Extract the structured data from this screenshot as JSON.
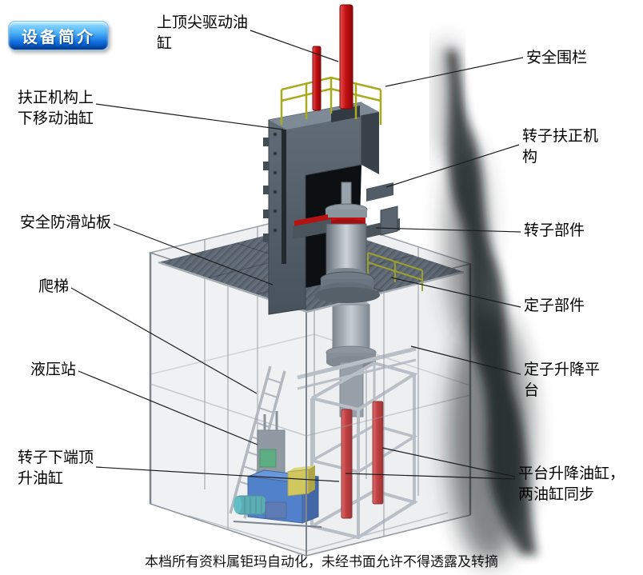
{
  "badge": {
    "text": "设备简介"
  },
  "labels": [
    {
      "id": "top-drive-cylinder",
      "text": "上顶尖驱动油\n缸"
    },
    {
      "id": "safety-fence",
      "text": "安全围栏"
    },
    {
      "id": "centering-cylinder",
      "text": "扶正机构上\n下移动油缸"
    },
    {
      "id": "rotor-centering",
      "text": "转子扶正机\n构"
    },
    {
      "id": "anti-slip-board",
      "text": "安全防滑站板"
    },
    {
      "id": "rotor-part",
      "text": "转子部件"
    },
    {
      "id": "ladder",
      "text": "爬梯"
    },
    {
      "id": "stator-part",
      "text": "定子部件"
    },
    {
      "id": "hydraulic-station",
      "text": "液压站"
    },
    {
      "id": "stator-lift-platform",
      "text": "定子升降平\n台"
    },
    {
      "id": "jacking-cylinder",
      "text": "转子下端顶\n升油缸"
    },
    {
      "id": "platform-cylinders",
      "text": "平台升降油缸，\n两油缸同步"
    }
  ],
  "footer": {
    "text": "本档所有资料属钜玛自动化，未经书面允许不得透露及转摘"
  },
  "colors": {
    "badge_blue": "#0c6bdc",
    "cylinder_red": "#c51212",
    "fence_yellow": "#a8ab1e",
    "frame_gray": "#59646e",
    "tank_blue": "#1e5fc4"
  }
}
